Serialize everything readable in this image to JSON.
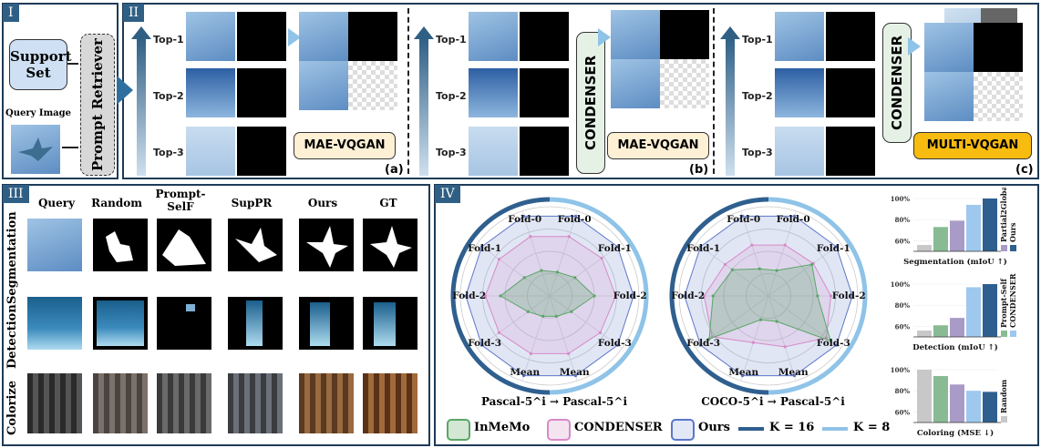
{
  "panel_i": {
    "badge": "I",
    "support_set": [
      "Support",
      "Set"
    ],
    "query_image": "Query Image",
    "prompt_retriever": "Prompt Retriever"
  },
  "panel_ii": {
    "badge": "II",
    "top_labels": [
      "Top-1",
      "Top-2",
      "Top-3"
    ],
    "generators": [
      "MAE-VQGAN",
      "MAE-VQGAN",
      "MULTI-VQGAN"
    ],
    "condenser": "CONDENSER",
    "subfig_labels": [
      "(a)",
      "(b)",
      "(c)"
    ]
  },
  "panel_iii": {
    "badge": "III",
    "columns": [
      "Query",
      "Random",
      "Prompt-SelF",
      "SupPR",
      "Ours",
      "GT"
    ],
    "rows": [
      "Segmentation",
      "Detection",
      "Colorize"
    ]
  },
  "panel_iv": {
    "badge": "IV",
    "radar_axes": [
      "Fold-0",
      "Fold-1",
      "Fold-2",
      "Fold-3",
      "Mean",
      "Mean",
      "Fold-3",
      "Fold-2",
      "Fold-1",
      "Fold-0"
    ],
    "radar_captions": [
      "Pascal-5^i → Pascal-5^i",
      "COCO-5^i → Pascal-5^i"
    ],
    "legend": {
      "inmemo": "InMeMo",
      "condenser": "CONDENSER",
      "ours": "Ours",
      "k16": "K = 16",
      "k8": "K = 8"
    },
    "colors": {
      "inmemo": "#5aa668",
      "condenser": "#d78ac9",
      "ours": "#5b76c9",
      "k16": "#2f5f8e",
      "k8": "#8fc3e8"
    }
  },
  "chart_data": [
    {
      "type": "bar",
      "xlabel": "Segmentation (mIoU ↑)",
      "yticks": [
        "60%",
        "80%",
        "100%"
      ],
      "ylim": [
        50,
        100
      ],
      "legend": [
        "Partial2Global",
        "Ours"
      ],
      "series": [
        {
          "name": "Random",
          "value": 56,
          "color": "#c8c8c8"
        },
        {
          "name": "Prompt-Self",
          "value": 73,
          "color": "#88bb94"
        },
        {
          "name": "Partial2Global",
          "value": 79,
          "color": "#a99bc7"
        },
        {
          "name": "CONDENSER",
          "value": 94,
          "color": "#9ec8ee"
        },
        {
          "name": "Ours",
          "value": 100,
          "color": "#2f5f8e"
        }
      ]
    },
    {
      "type": "bar",
      "xlabel": "Detection (mIoU ↑)",
      "yticks": [
        "60%",
        "80%",
        "100%"
      ],
      "ylim": [
        50,
        100
      ],
      "legend": [
        "Prompt-Self",
        "CONDENSER"
      ],
      "series": [
        {
          "name": "Random",
          "value": 56,
          "color": "#c8c8c8"
        },
        {
          "name": "Prompt-Self",
          "value": 61,
          "color": "#88bb94"
        },
        {
          "name": "Partial2Global",
          "value": 68,
          "color": "#a99bc7"
        },
        {
          "name": "CONDENSER",
          "value": 97,
          "color": "#9ec8ee"
        },
        {
          "name": "Ours",
          "value": 100,
          "color": "#2f5f8e"
        }
      ]
    },
    {
      "type": "bar",
      "xlabel": "Coloring (MSE ↓)",
      "yticks": [
        "60%",
        "80%",
        "100%"
      ],
      "ylim": [
        50,
        100
      ],
      "legend": [
        "Random"
      ],
      "series": [
        {
          "name": "Random",
          "value": 100,
          "color": "#c8c8c8"
        },
        {
          "name": "Prompt-Self",
          "value": 94,
          "color": "#88bb94"
        },
        {
          "name": "Partial2Global",
          "value": 86,
          "color": "#a99bc7"
        },
        {
          "name": "CONDENSER",
          "value": 80,
          "color": "#9ec8ee"
        },
        {
          "name": "Ours",
          "value": 79,
          "color": "#2f5f8e"
        }
      ]
    }
  ]
}
